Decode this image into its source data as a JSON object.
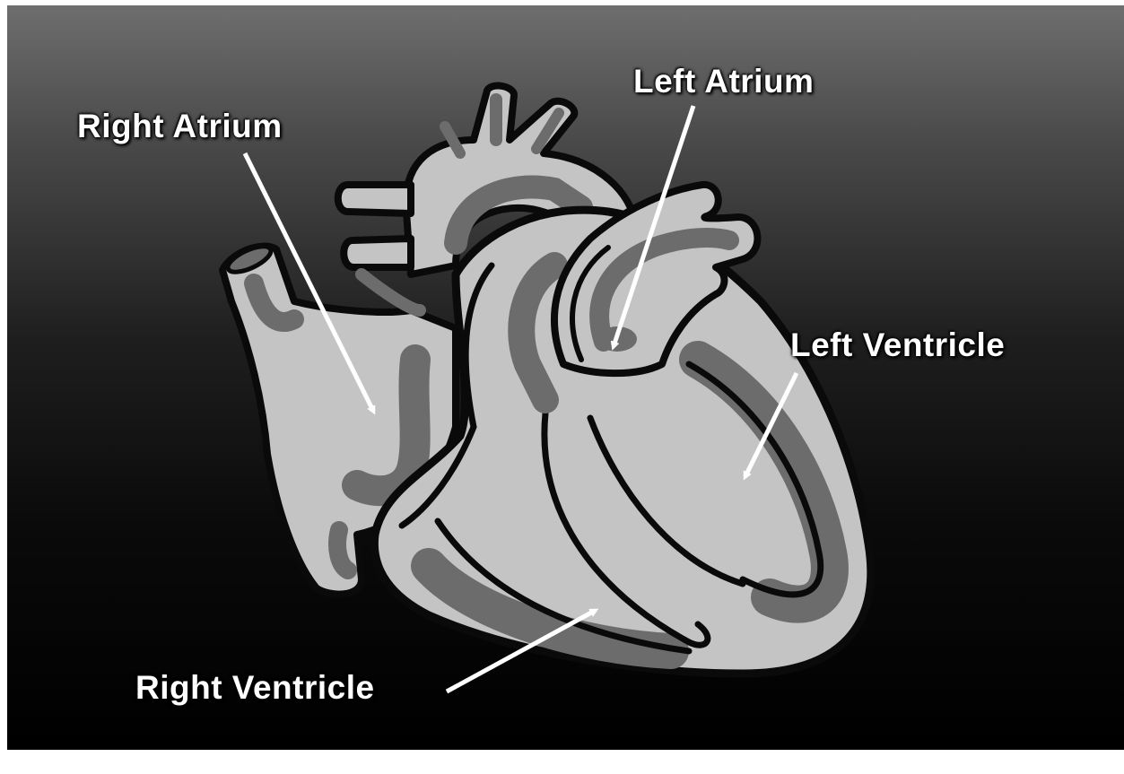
{
  "labels": {
    "right_atrium": "Right Atrium",
    "left_atrium": "Left Atrium",
    "left_ventricle": "Left Ventricle",
    "right_ventricle": "Right Ventricle"
  },
  "colors": {
    "background_top": "#6e6e6e",
    "background_bottom": "#000000",
    "heart_fill": "#c4c4c4",
    "chamber_shade": "#6c6c6c",
    "outline": "#0a0a0a",
    "text": "#ffffff"
  }
}
